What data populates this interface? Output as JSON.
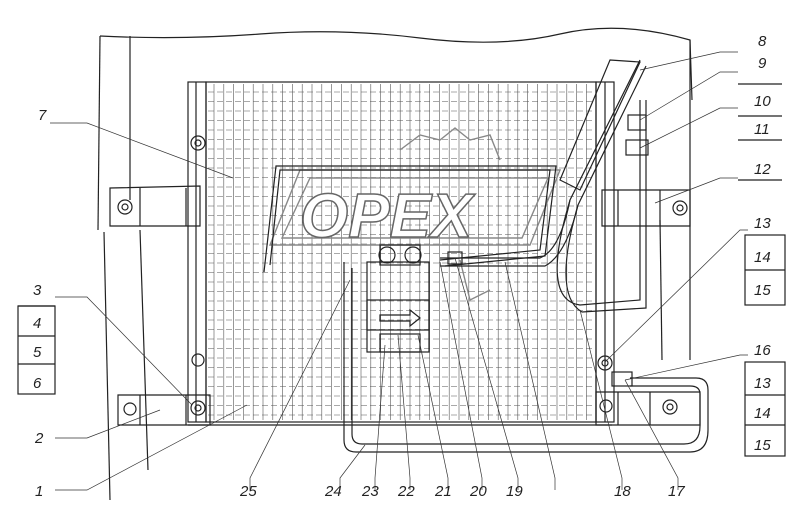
{
  "watermark": {
    "text": "OPEX"
  },
  "callouts": {
    "n1": "1",
    "n2": "2",
    "n3": "3",
    "n4": "4",
    "n5": "5",
    "n6": "6",
    "n7": "7",
    "n8": "8",
    "n9": "9",
    "n10": "10",
    "n11": "11",
    "n12": "12",
    "n13a": "13",
    "n14a": "14",
    "n15a": "15",
    "n16": "16",
    "n13b": "13",
    "n14b": "14",
    "n15b": "15",
    "n17": "17",
    "n18": "18",
    "n19": "19",
    "n20": "20",
    "n21": "21",
    "n22": "22",
    "n23": "23",
    "n24": "24",
    "n25": "25"
  }
}
